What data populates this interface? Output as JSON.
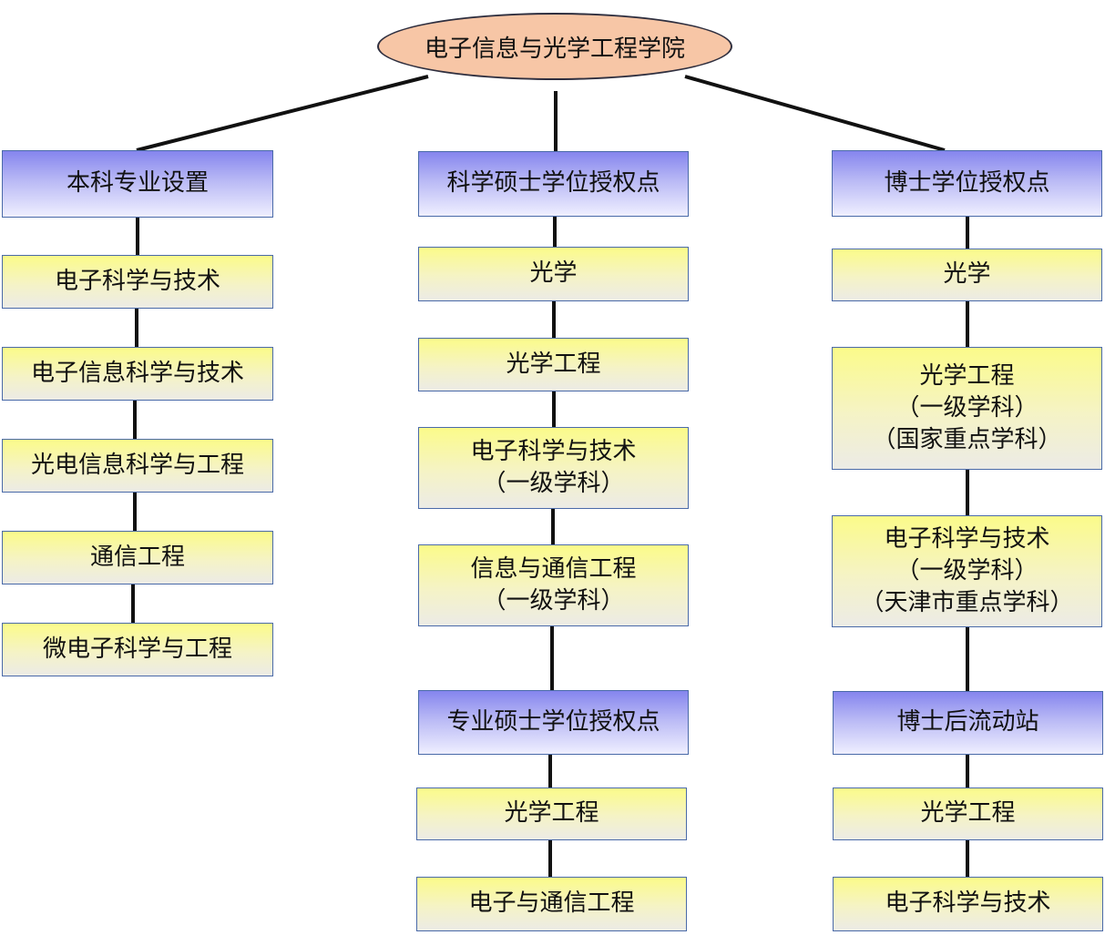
{
  "root": {
    "title": "电子信息与光学工程学院"
  },
  "columns": {
    "undergrad": {
      "header": "本科专业设置",
      "items": [
        "电子科学与技术",
        "电子信息科学与技术",
        "光电信息科学与工程",
        "通信工程",
        "微电子科学与工程"
      ]
    },
    "masters": {
      "header": "科学硕士学位授权点",
      "items": [
        {
          "line1": "光学"
        },
        {
          "line1": "光学工程"
        },
        {
          "line1": "电子科学与技术",
          "line2": "（一级学科）"
        },
        {
          "line1": "信息与通信工程",
          "line2": "（一级学科）"
        }
      ],
      "professional": {
        "header": "专业硕士学位授权点",
        "items": [
          "光学工程",
          "电子与通信工程"
        ]
      }
    },
    "doctoral": {
      "header": "博士学位授权点",
      "items": [
        {
          "line1": "光学"
        },
        {
          "line1": "光学工程",
          "line2": "（一级学科）",
          "line3": "（国家重点学科）"
        },
        {
          "line1": "电子科学与技术",
          "line2": "（一级学科）",
          "line3": "（天津市重点学科）"
        }
      ],
      "postdoc": {
        "header": "博士后流动站",
        "items": [
          "光学工程",
          "电子科学与技术"
        ]
      }
    }
  },
  "colors": {
    "root_fill": "#f7c6a6",
    "header_gradient": [
      "#8585ee",
      "#efefff"
    ],
    "item_gradient": [
      "#fbfb8a",
      "#ecebe6"
    ],
    "border": "#4a6aa8",
    "connector": "#111111"
  }
}
